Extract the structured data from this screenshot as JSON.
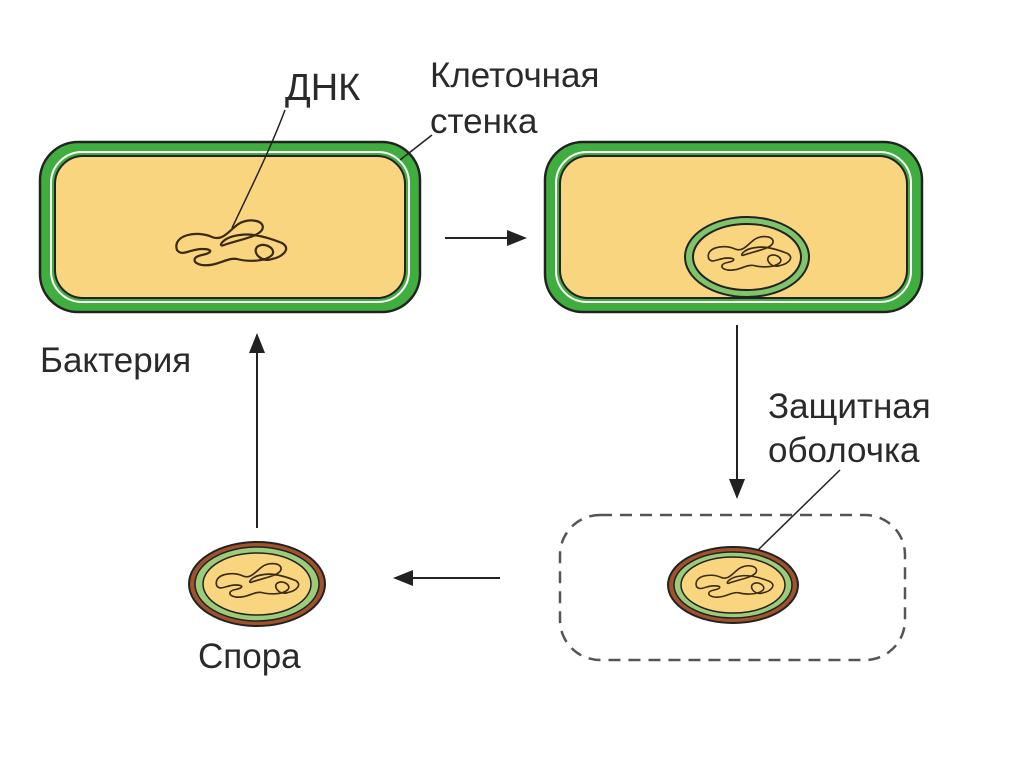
{
  "labels": {
    "dna": "ДНК",
    "cell_wall_line1": "Клеточная",
    "cell_wall_line2": "стенка",
    "bacterium": "Бактерия",
    "protective_coat_line1": "Защитная",
    "protective_coat_line2": "оболочка",
    "spore": "Спора"
  },
  "colors": {
    "wall_green": "#3fae3f",
    "cytoplasm": "#f8d57e",
    "spore_rim": "#a0522d",
    "outline": "#222222"
  }
}
